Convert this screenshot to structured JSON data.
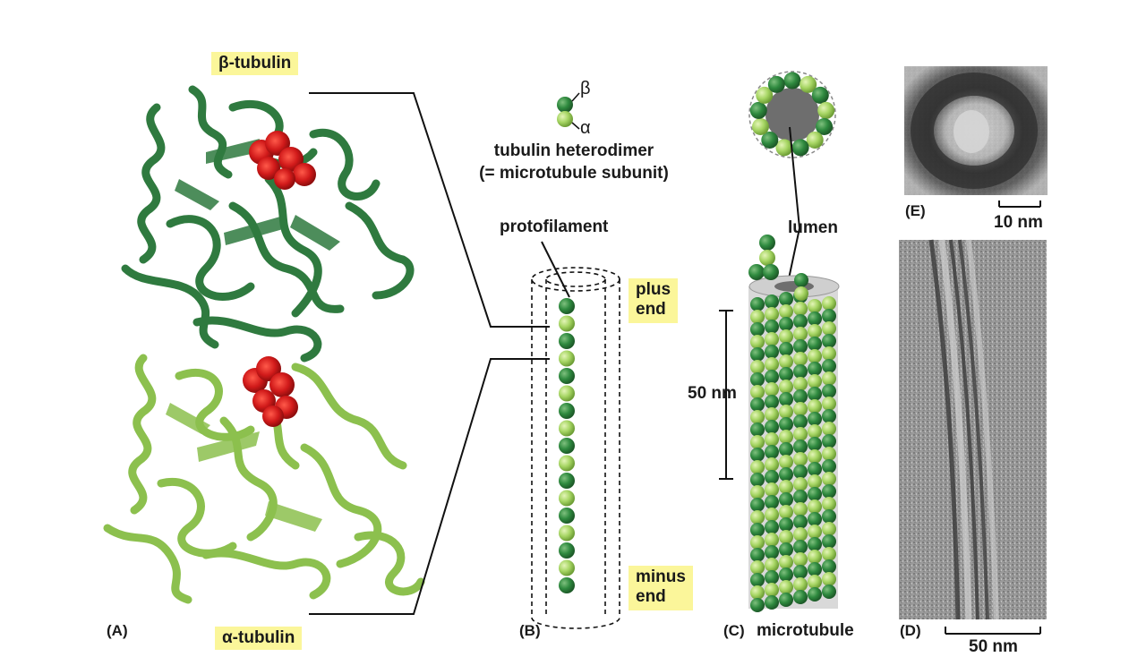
{
  "colors": {
    "beta_green": "#2f7a3f",
    "alpha_green": "#9bcf5a",
    "ligand_red": "#d11a1a",
    "label_yellow": "#fbf69a",
    "line": "#111111",
    "lumen_gray": "#6e6e6e"
  },
  "labels": {
    "beta_tubulin": "β-tubulin",
    "alpha_tubulin": "α-tubulin",
    "beta_symbol": "β",
    "alpha_symbol": "α",
    "heterodimer_line1": "tubulin heterodimer",
    "heterodimer_line2": "(= microtubule subunit)",
    "protofilament": "protofilament",
    "plus_end_1": "plus",
    "plus_end_2": "end",
    "minus_end_1": "minus",
    "minus_end_2": "end",
    "lumen": "lumen",
    "fifty_nm": "50 nm",
    "ten_nm": "10 nm",
    "microtubule": "microtubule",
    "scale_d": "50 nm"
  },
  "panels": {
    "A": "(A)",
    "B": "(B)",
    "C": "(C)",
    "D": "(D)",
    "E": "(E)"
  },
  "icons": {
    "protein_ribbon": "tubulin-ribbon-structure",
    "micrograph_cross": "em-cross-section-image",
    "micrograph_long": "em-longitudinal-image"
  }
}
